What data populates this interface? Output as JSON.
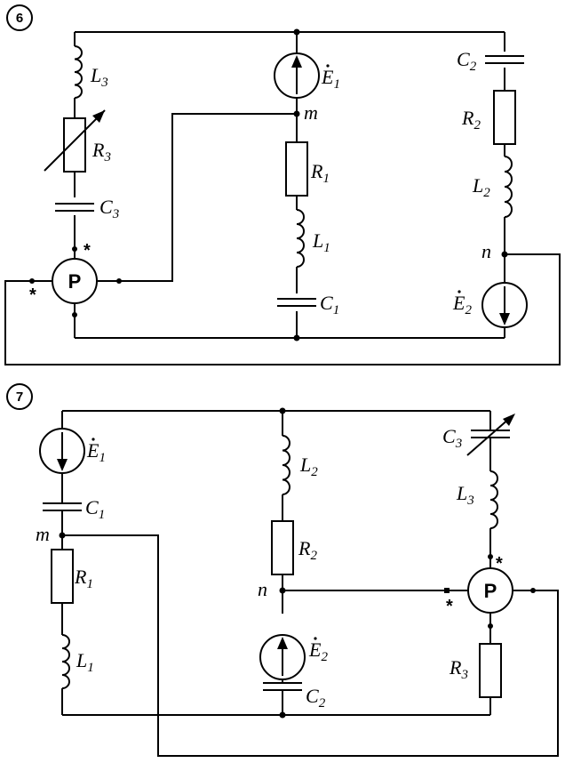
{
  "circuits": [
    {
      "number": "6",
      "labels": {
        "L3": {
          "base": "L",
          "sub": "3"
        },
        "R3": {
          "base": "R",
          "sub": "3"
        },
        "C3": {
          "base": "C",
          "sub": "3"
        },
        "E1": {
          "base": "E",
          "sub": "1"
        },
        "m": "m",
        "R1": {
          "base": "R",
          "sub": "1"
        },
        "L1": {
          "base": "L",
          "sub": "1"
        },
        "C1": {
          "base": "C",
          "sub": "1"
        },
        "C2": {
          "base": "C",
          "sub": "2"
        },
        "R2": {
          "base": "R",
          "sub": "2"
        },
        "L2": {
          "base": "L",
          "sub": "2"
        },
        "n": "n",
        "E2": {
          "base": "E",
          "sub": "2"
        }
      },
      "wattmeter": "P",
      "star_marks": [
        "*",
        "*"
      ]
    },
    {
      "number": "7",
      "labels": {
        "E1": {
          "base": "E",
          "sub": "1"
        },
        "C1": {
          "base": "C",
          "sub": "1"
        },
        "m": "m",
        "R1": {
          "base": "R",
          "sub": "1"
        },
        "L1": {
          "base": "L",
          "sub": "1"
        },
        "L2": {
          "base": "L",
          "sub": "2"
        },
        "R2": {
          "base": "R",
          "sub": "2"
        },
        "n": "n",
        "E2": {
          "base": "E",
          "sub": "2"
        },
        "C2": {
          "base": "C",
          "sub": "2"
        },
        "C3": {
          "base": "C",
          "sub": "3"
        },
        "L3": {
          "base": "L",
          "sub": "3"
        },
        "R3": {
          "base": "R",
          "sub": "3"
        }
      },
      "wattmeter": "P",
      "star_marks": [
        "*",
        "*"
      ]
    }
  ]
}
